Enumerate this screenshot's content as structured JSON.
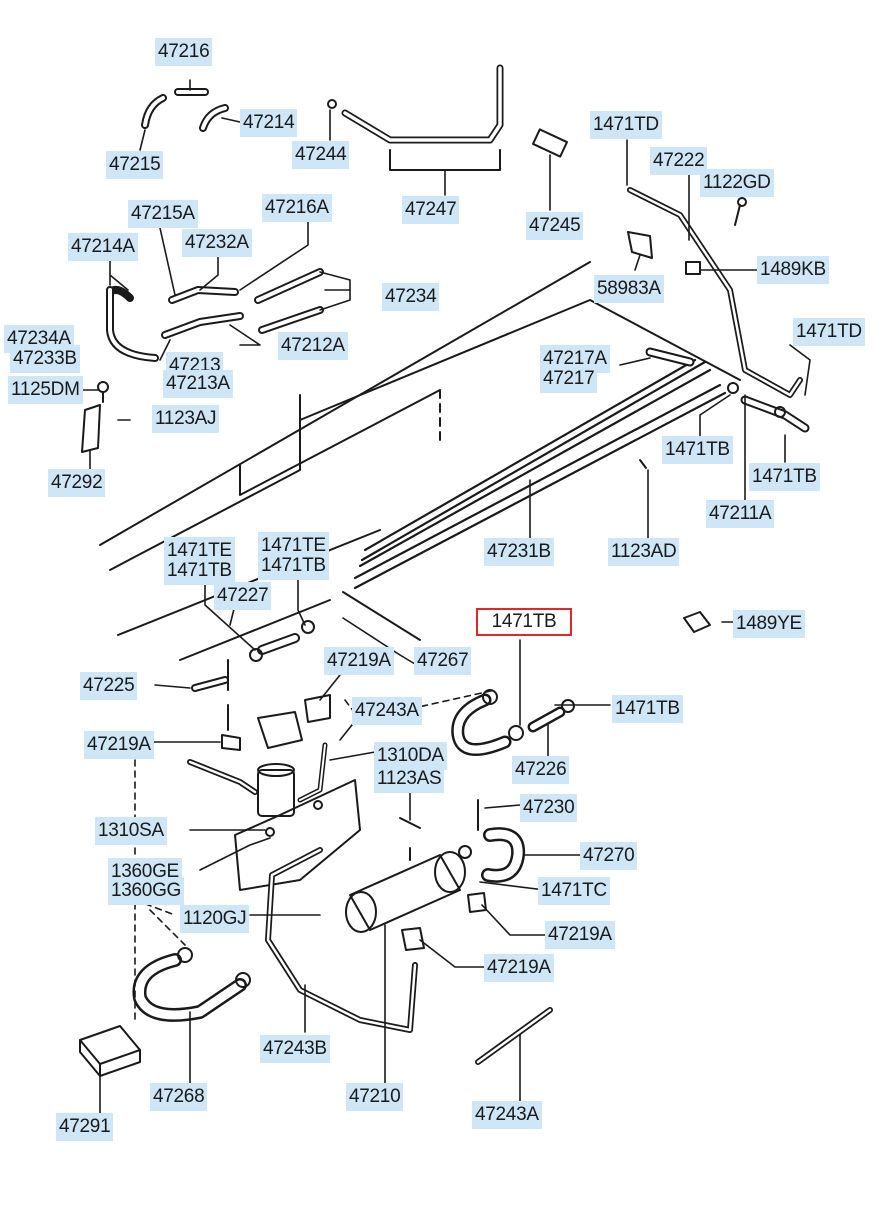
{
  "diagram": {
    "highlighted_part": "1471TB",
    "colors": {
      "label_bg": "#cfe6f7",
      "highlight": "#e0282a",
      "line": "#1a1a1a"
    },
    "labels": [
      {
        "id": "l1",
        "text": "47216"
      },
      {
        "id": "l2",
        "text": "47214"
      },
      {
        "id": "l3",
        "text": "47215"
      },
      {
        "id": "l4",
        "text": "47244"
      },
      {
        "id": "l5",
        "text": "47247"
      },
      {
        "id": "l6",
        "text": "47245"
      },
      {
        "id": "l7",
        "text": "1471TD"
      },
      {
        "id": "l8",
        "text": "47222"
      },
      {
        "id": "l9",
        "text": "1122GD"
      },
      {
        "id": "l10",
        "text": "47215A"
      },
      {
        "id": "l11",
        "text": "47216A"
      },
      {
        "id": "l12",
        "text": "47214A"
      },
      {
        "id": "l13",
        "text": "47232A"
      },
      {
        "id": "l14",
        "text": "47234"
      },
      {
        "id": "l15",
        "text": "58983A"
      },
      {
        "id": "l16",
        "text": "1489KB"
      },
      {
        "id": "l17",
        "text": "47234A"
      },
      {
        "id": "l18",
        "text": "47233B"
      },
      {
        "id": "l19",
        "text": "47213"
      },
      {
        "id": "l20",
        "text": "47213A"
      },
      {
        "id": "l21",
        "text": "47212A"
      },
      {
        "id": "l22",
        "text": "1471TD"
      },
      {
        "id": "l23",
        "text": "47217A"
      },
      {
        "id": "l24",
        "text": "47217"
      },
      {
        "id": "l25",
        "text": "1125DM"
      },
      {
        "id": "l26",
        "text": "1123AJ"
      },
      {
        "id": "l27",
        "text": "1471TB"
      },
      {
        "id": "l28",
        "text": "1471TB"
      },
      {
        "id": "l29",
        "text": "47292"
      },
      {
        "id": "l30",
        "text": "47211A"
      },
      {
        "id": "l31",
        "text": "1471TE"
      },
      {
        "id": "l32",
        "text": "1471TB"
      },
      {
        "id": "l33",
        "text": "1471TE"
      },
      {
        "id": "l34",
        "text": "1471TB"
      },
      {
        "id": "l35",
        "text": "47231B"
      },
      {
        "id": "l36",
        "text": "1123AD"
      },
      {
        "id": "l37",
        "text": "47227"
      },
      {
        "id": "l38",
        "text": "1471TB",
        "highlight": true
      },
      {
        "id": "l39",
        "text": "1489YE"
      },
      {
        "id": "l40",
        "text": "47219A"
      },
      {
        "id": "l41",
        "text": "47267"
      },
      {
        "id": "l42",
        "text": "47225"
      },
      {
        "id": "l43",
        "text": "47243A"
      },
      {
        "id": "l44",
        "text": "1471TB"
      },
      {
        "id": "l45",
        "text": "47219A"
      },
      {
        "id": "l46",
        "text": "1310DA"
      },
      {
        "id": "l47",
        "text": "1123AS"
      },
      {
        "id": "l48",
        "text": "47226"
      },
      {
        "id": "l49",
        "text": "47230"
      },
      {
        "id": "l50",
        "text": "1310SA"
      },
      {
        "id": "l51",
        "text": "47270"
      },
      {
        "id": "l52",
        "text": "1360GE"
      },
      {
        "id": "l53",
        "text": "1360GG"
      },
      {
        "id": "l54",
        "text": "1471TC"
      },
      {
        "id": "l55",
        "text": "1120GJ"
      },
      {
        "id": "l56",
        "text": "47219A"
      },
      {
        "id": "l57",
        "text": "47219A"
      },
      {
        "id": "l58",
        "text": "47243B"
      },
      {
        "id": "l59",
        "text": "47268"
      },
      {
        "id": "l60",
        "text": "47210"
      },
      {
        "id": "l61",
        "text": "47291"
      },
      {
        "id": "l62",
        "text": "47243A"
      }
    ]
  }
}
